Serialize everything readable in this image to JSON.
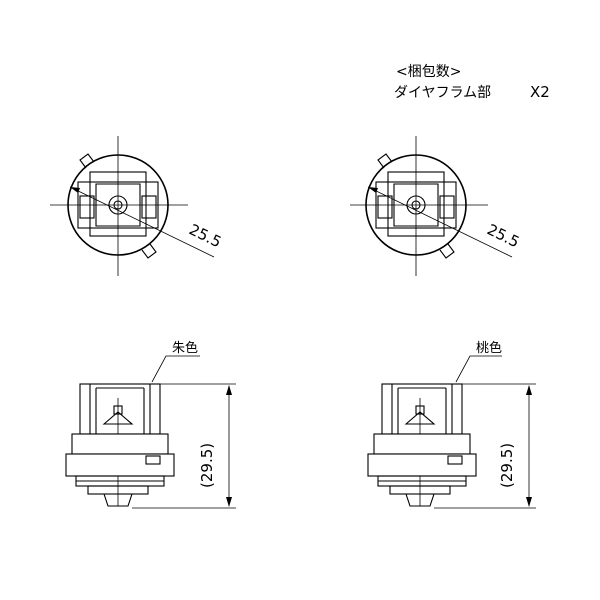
{
  "packaging": {
    "heading": "<梱包数>",
    "part_name": "ダイヤフラム部",
    "quantity": "X2"
  },
  "views": [
    {
      "top_dimension": "25.5",
      "color_label": "朱色",
      "height_dimension": "(29.5)"
    },
    {
      "top_dimension": "25.5",
      "color_label": "桃色",
      "height_dimension": "(29.5)"
    }
  ]
}
